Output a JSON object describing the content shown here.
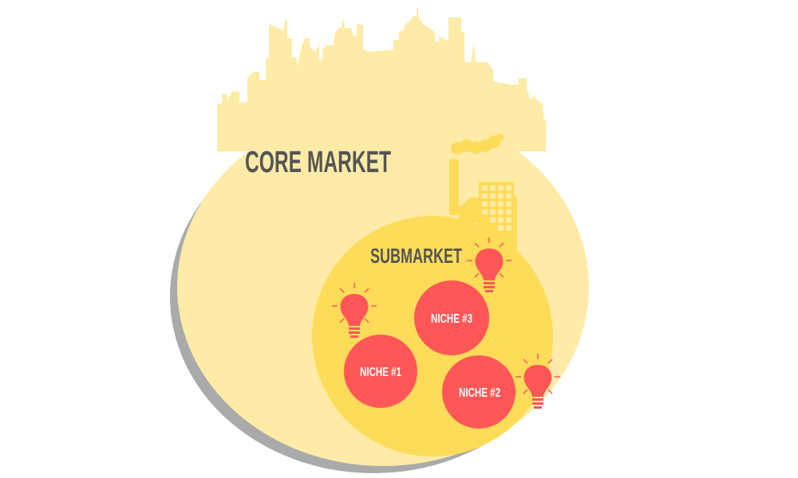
{
  "diagram": {
    "core_label": "CORE MARKET",
    "sub_label": "SUBMARKET",
    "niches": [
      "NICHE #1",
      "NICHE #2",
      "NICHE #3"
    ],
    "icons": [
      "city-skyline-icon",
      "factory-icon",
      "lightbulb-icon"
    ],
    "colors": {
      "core": "#FDEBA7",
      "shadow": "#AAAAAA",
      "submarket": "#FEDC5A",
      "niche": "#FF5757",
      "text_dark": "#555555",
      "text_light": "#FFFFFF"
    }
  }
}
